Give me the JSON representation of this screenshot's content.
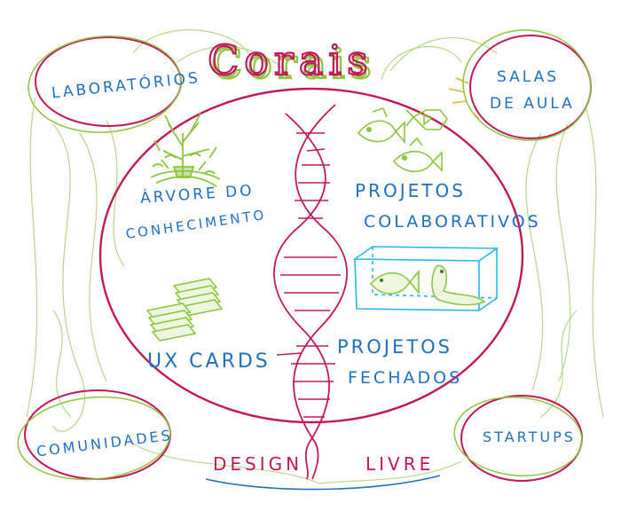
{
  "title": "Corais",
  "center_labels": {
    "arvore_line1": "ÁRVORE DO",
    "arvore_line2": "CONHECIMENTO",
    "proj_colab_line1": "PROJETOS",
    "proj_colab_line2": "COLABORATIVOS",
    "ux_cards": "UX CARDS",
    "proj_fech_line1": "PROJETOS",
    "proj_fech_line2": "FECHADOS"
  },
  "corner_labels": {
    "laboratorios": "LABORATÓRIOS",
    "salas_line1": "SALAS",
    "salas_line2": "DE AULA",
    "comunidades": "COMUNIDADES",
    "startups": "STARTUPS"
  },
  "footer": {
    "design": "DESIGN",
    "livre": "LIVRE"
  },
  "colors": {
    "magenta": "#c2185b",
    "blue": "#1f6fc4",
    "green": "#8cc63f",
    "cyan": "#29b6f6",
    "green_thin": "#b5d88a"
  },
  "icons": [
    "tree-icon",
    "fish-icon",
    "stack-of-cards-icon",
    "aquarium-icon",
    "dna-helix-icon"
  ]
}
